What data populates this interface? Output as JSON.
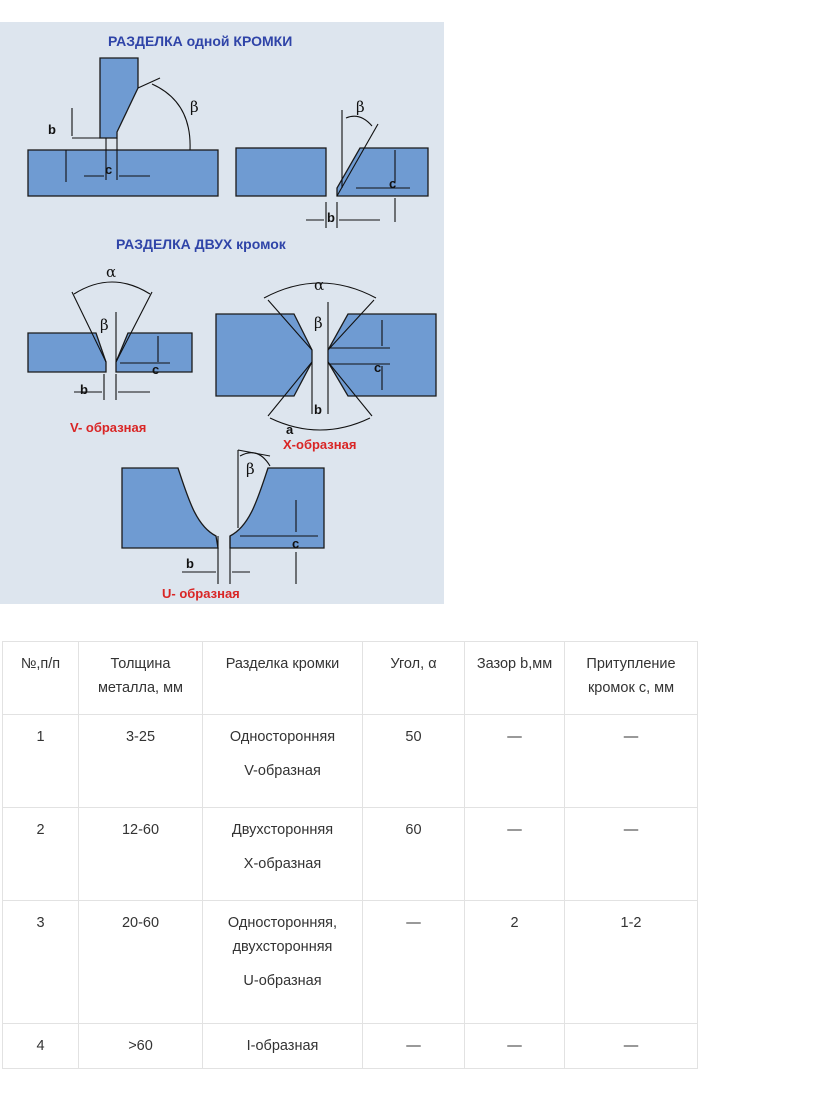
{
  "figure": {
    "title_single": "РАЗДЕЛКА одной КРОМКИ",
    "title_double": "РАЗДЕЛКА ДВУХ кромок",
    "labels": {
      "b": "b",
      "c": "c",
      "a": "a",
      "alpha": "α",
      "beta": "β"
    },
    "captions": {
      "v": "V- образная",
      "x": "X-образная",
      "u": "U- образная"
    },
    "colors": {
      "plate": "#6f9bd2",
      "background": "#dde5ee",
      "header": "#2f44a8",
      "caption": "#d92525"
    }
  },
  "table": {
    "headers": [
      "№,п/п",
      "Толщина металла, мм",
      "Разделка кромки",
      "Угол, α",
      "Зазор b,мм",
      "Притупление кромок с, мм"
    ],
    "rows": [
      {
        "num": "1",
        "thickness": "3-25",
        "edge": [
          "Односторонняя",
          "V-образная"
        ],
        "angle": "50",
        "gap": "—",
        "blunt": "—"
      },
      {
        "num": "2",
        "thickness": "12-60",
        "edge": [
          "Двухсторонняя",
          "X-образная"
        ],
        "angle": "60",
        "gap": "—",
        "blunt": "—"
      },
      {
        "num": "3",
        "thickness": "20-60",
        "edge": [
          "Односторонняя,",
          "двухсторонняя",
          "U-образная"
        ],
        "angle": "—",
        "gap": "2",
        "blunt": "1-2"
      },
      {
        "num": "4",
        "thickness": ">60",
        "edge": [
          "I-образная"
        ],
        "angle": "—",
        "gap": "—",
        "blunt": "—"
      }
    ]
  }
}
